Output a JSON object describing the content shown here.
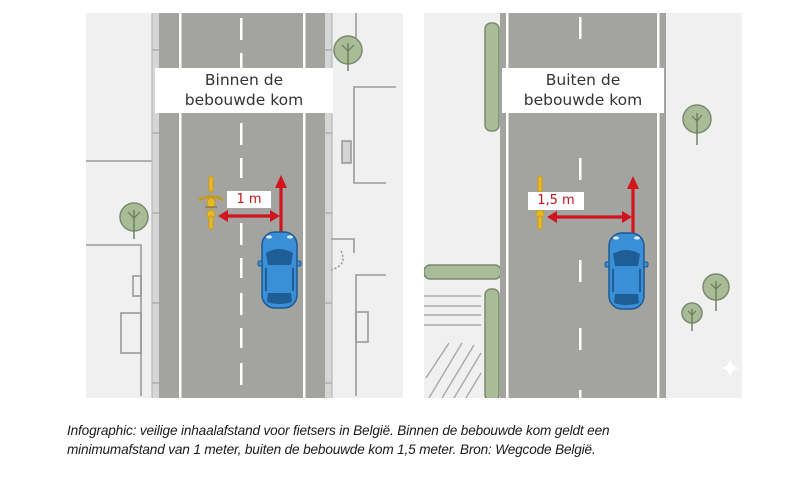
{
  "panels": {
    "left": {
      "title_line1": "Binnen de",
      "title_line2": "bebouwde kom",
      "distance": "1 m",
      "scene": "urban"
    },
    "right": {
      "title_line1": "Buiten de",
      "title_line2": "bebouwde kom",
      "distance": "1,5 m",
      "scene": "rural"
    }
  },
  "caption": {
    "line1": "Infographic: veilige inhaalafstand voor fietsers in België. Binnen de bebouwde kom geldt een",
    "line2": "minimumafstand van 1 meter, buiten de bebouwde kom 1,5 meter. Bron: Wegcode België."
  },
  "colors": {
    "road": "#a3a3a0",
    "sidewalk": "#d4d4d4",
    "background": "#f0f0f0",
    "arrow_red": "#d0161c",
    "car_blue": "#3a8fd6",
    "bicycle_yellow": "#e7b928",
    "tree_green": "#a8bc98"
  }
}
